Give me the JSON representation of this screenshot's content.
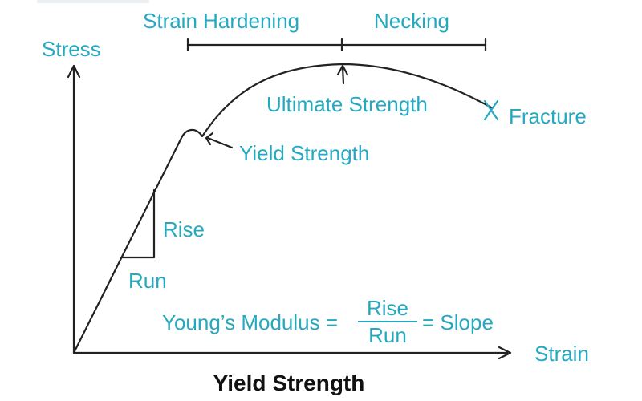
{
  "labels": {
    "stress": "Stress",
    "strain": "Strain",
    "strain_hardening": "Strain Hardening",
    "necking": "Necking",
    "ultimate_strength": "Ultimate Strength",
    "fracture": "Fracture",
    "yield_strength": "Yield Strength",
    "rise": "Rise",
    "run": "Run"
  },
  "formula": {
    "lhs": "Young’s Modulus =",
    "numerator": "Rise",
    "denominator": "Run",
    "rhs": "= Slope"
  },
  "caption": "Yield Strength",
  "colors": {
    "accent": "#25a9c0",
    "line": "#222222",
    "caption": "#111111"
  }
}
